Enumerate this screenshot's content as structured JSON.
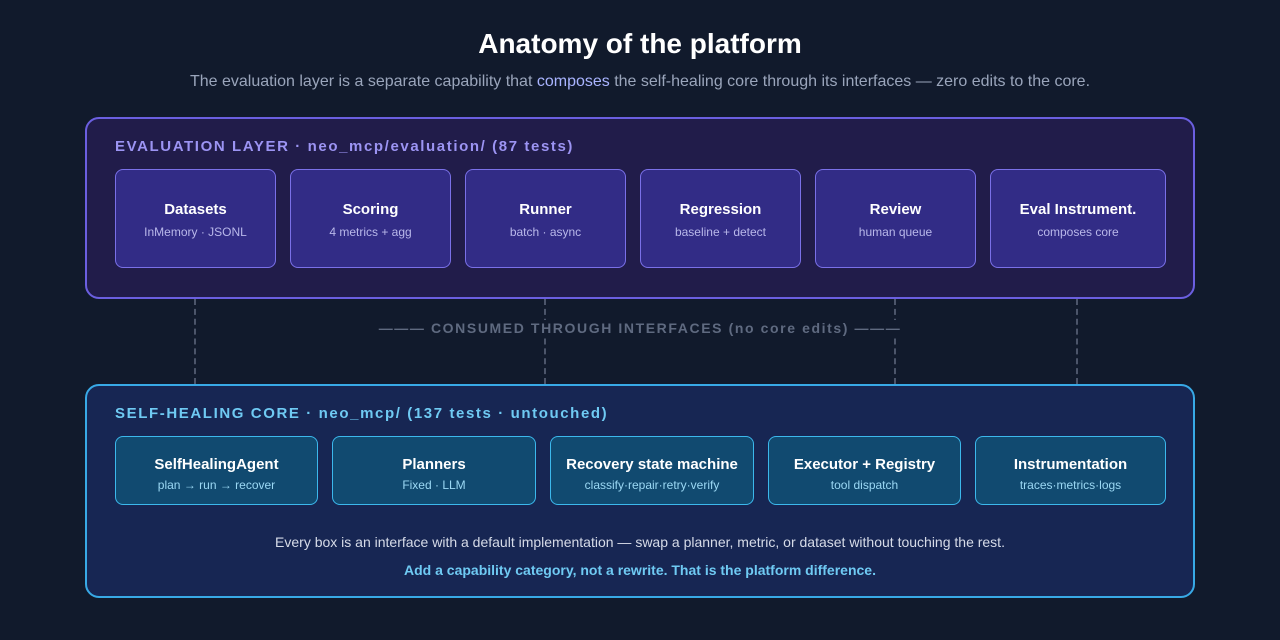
{
  "title": "Anatomy of the platform",
  "subtitle": {
    "before": "The evaluation layer is a separate capability that ",
    "highlight": "composes",
    "after": " the self-healing core through its interfaces — zero edits to the core."
  },
  "evaluation_layer": {
    "label": "EVALUATION LAYER · neo_mcp/evaluation/ (87 tests)",
    "boxes": [
      {
        "title": "Datasets",
        "subtitle": "InMemory · JSONL"
      },
      {
        "title": "Scoring",
        "subtitle": "4 metrics + agg"
      },
      {
        "title": "Runner",
        "subtitle": "batch · async"
      },
      {
        "title": "Regression",
        "subtitle": "baseline + detect"
      },
      {
        "title": "Review",
        "subtitle": "human queue"
      },
      {
        "title": "Eval Instrument.",
        "subtitle": "composes core"
      }
    ]
  },
  "connector_label": "——— CONSUMED THROUGH INTERFACES (no core edits) ———",
  "core": {
    "label": "SELF-HEALING CORE · neo_mcp/ (137 tests · untouched)",
    "boxes": [
      {
        "title": "SelfHealingAgent",
        "subtitle": "plan → run → recover"
      },
      {
        "title": "Planners",
        "subtitle": "Fixed · LLM"
      },
      {
        "title": "Recovery state machine",
        "subtitle": "classify·repair·retry·verify"
      },
      {
        "title": "Executor + Registry",
        "subtitle": "tool dispatch"
      },
      {
        "title": "Instrumentation",
        "subtitle": "traces·metrics·logs"
      }
    ],
    "note": "Every box is an interface with a default implementation — swap a planner, metric, or dataset without touching the rest.",
    "cta": "Add a capability category, not a rewrite. That is the platform difference."
  },
  "colors": {
    "background": "#111a2c",
    "eval_border": "#6b5fe0",
    "core_border": "#38a9e6",
    "highlight": "#a9b4ff"
  }
}
